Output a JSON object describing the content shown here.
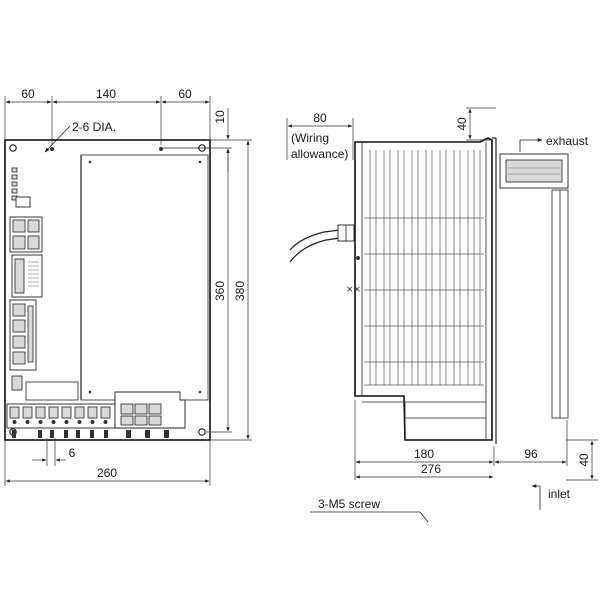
{
  "front_view": {
    "dims": {
      "top_left": "60",
      "top_middle": "140",
      "top_right": "60",
      "top_margin": "10",
      "inner_height": "360",
      "outer_height": "380",
      "bottom_width": "260",
      "terminal_pitch": "6"
    },
    "hole_callout": "2-6 DIA."
  },
  "side_view": {
    "dims": {
      "wiring_allowance": "80",
      "fan_clearance": "40",
      "depth_front": "180",
      "depth_total": "276",
      "depth_rear": "96",
      "inlet_clearance": "40"
    },
    "wiring_note_line1": "(Wiring",
    "wiring_note_line2": "allowance)",
    "exhaust_label": "exhaust",
    "inlet_label": "inlet",
    "screw_callout": "3-M5 screw"
  }
}
